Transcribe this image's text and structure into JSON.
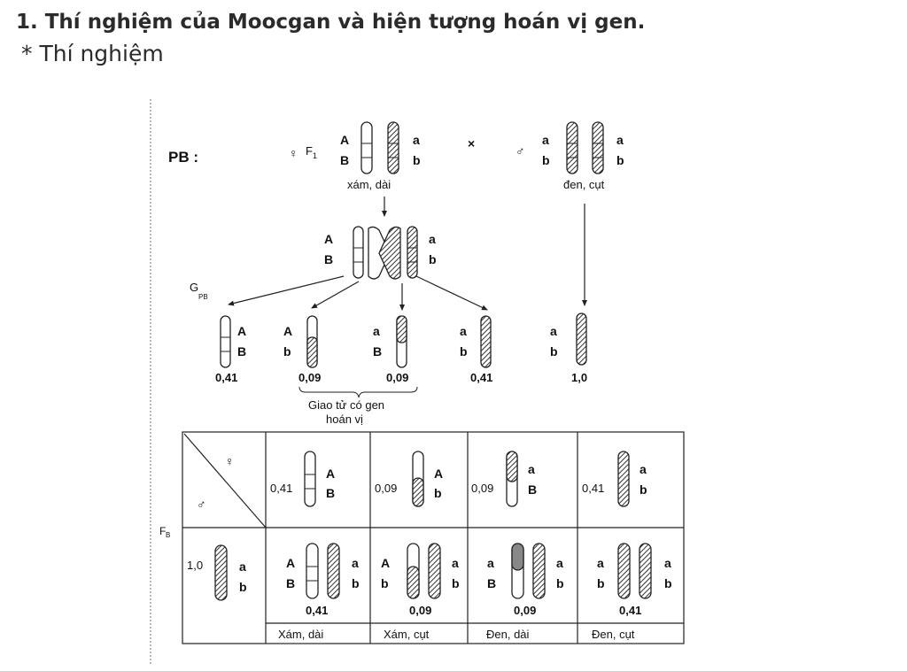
{
  "heading": "1. Thí nghiệm của Moocgan và hiện tượng hoán vị gen.",
  "subheading": "* Thí nghiệm",
  "figure": {
    "pb_label": "PB :",
    "female_symbol": "♀",
    "female_gen": "F",
    "female_gen_sub": "1",
    "male_symbol": "♂",
    "cross_symbol": "×",
    "allele_A": "A",
    "allele_B": "B",
    "allele_a": "a",
    "allele_b": "b",
    "female_phenotype": "xám, dài",
    "male_phenotype": "đen, cụt",
    "gamete_label": "G",
    "gamete_sub": "PB",
    "gamete_freqs": [
      "0,41",
      "0,09",
      "0,09",
      "0,41",
      "1,0"
    ],
    "recombinant_caption_line1": "Giao tử có gen",
    "recombinant_caption_line2": "hoán vị",
    "table": {
      "corner_female": "♀",
      "corner_male": "♂",
      "fb_label": "F",
      "fb_sub": "B",
      "male_gamete_freq": "1,0",
      "col_freqs": [
        "0,41",
        "0,09",
        "0,09",
        "0,41"
      ],
      "offspring_freqs": [
        "0,41",
        "0,09",
        "0,09",
        "0,41"
      ],
      "phenotypes": [
        "Xám, dài",
        "Xám, cụt",
        "Đen, dài",
        "Đen, cụt"
      ]
    }
  }
}
